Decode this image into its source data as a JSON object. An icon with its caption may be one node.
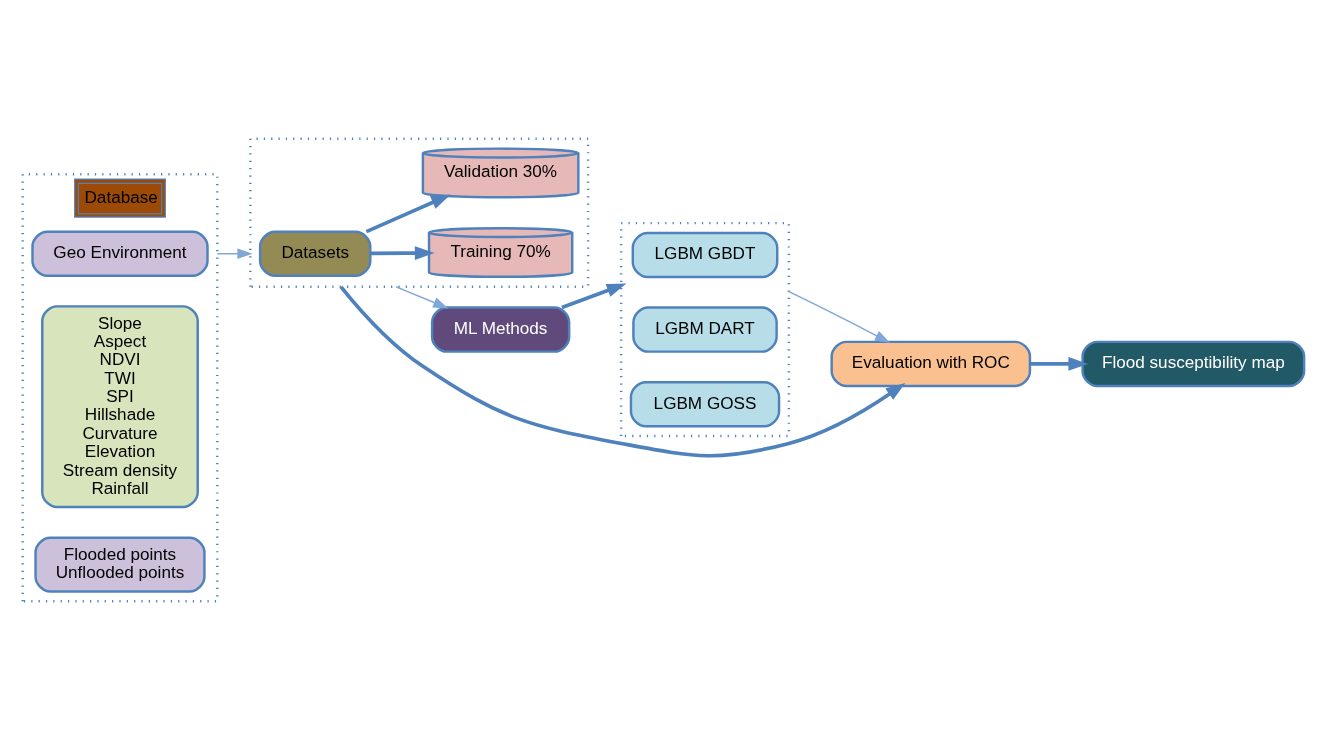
{
  "diagram": {
    "nodes": [
      {
        "text": [
          "Database"
        ]
      },
      {
        "text": [
          "Geo Environment"
        ],
        "in": 0
      },
      {
        "text": [
          "Slope",
          "Aspect",
          "NDVI",
          "TWI",
          "SPI",
          "Hillshade",
          "Curvature",
          "Elevation",
          "Stream density",
          "Rainfall"
        ],
        "in": 0
      },
      {
        "text": [
          "Flooded points",
          "Unflooded points"
        ],
        "in": 0
      },
      {
        "text": [],
        "shape": "box"
      },
      {
        "text": [
          "Datasets"
        ],
        "in": 4
      },
      {
        "text": [
          "Training 70%"
        ],
        "in": 4
      },
      {
        "text": [
          "Validation 30%"
        ],
        "in": 4
      },
      {
        "text": [
          "ML Methods"
        ]
      },
      {
        "text": [],
        "shape": "box"
      },
      {
        "text": [
          "LGBM GBDT"
        ],
        "in": 9
      },
      {
        "text": [
          "LGBM DART"
        ],
        "in": 9
      },
      {
        "text": [
          "LGBM GOSS"
        ],
        "in": 9
      },
      {
        "text": [
          "Evaluation with ROC"
        ]
      },
      {
        "text": [
          "Flood susceptibility map"
        ]
      }
    ],
    "edges": [
      {
        "from": 0,
        "to": 4,
        "arrow": "to",
        "color": "#7fa7d9"
      },
      {
        "from": 5,
        "to": 6,
        "arrow": "to"
      },
      {
        "from": 5,
        "to": 7,
        "arrow": "to"
      },
      {
        "from": 4,
        "to": 8,
        "arrow": "to",
        "color": "#7fa7d9"
      },
      {
        "from": 8,
        "to": 9,
        "arrow": "to"
      },
      {
        "from": 9,
        "to": 13,
        "arrow": "to",
        "color": "#7fa7d9"
      },
      {
        "from": 4,
        "to": 13,
        "arrow": "to"
      },
      {
        "from": 13,
        "to": 14,
        "arrow": "to"
      }
    ]
  }
}
